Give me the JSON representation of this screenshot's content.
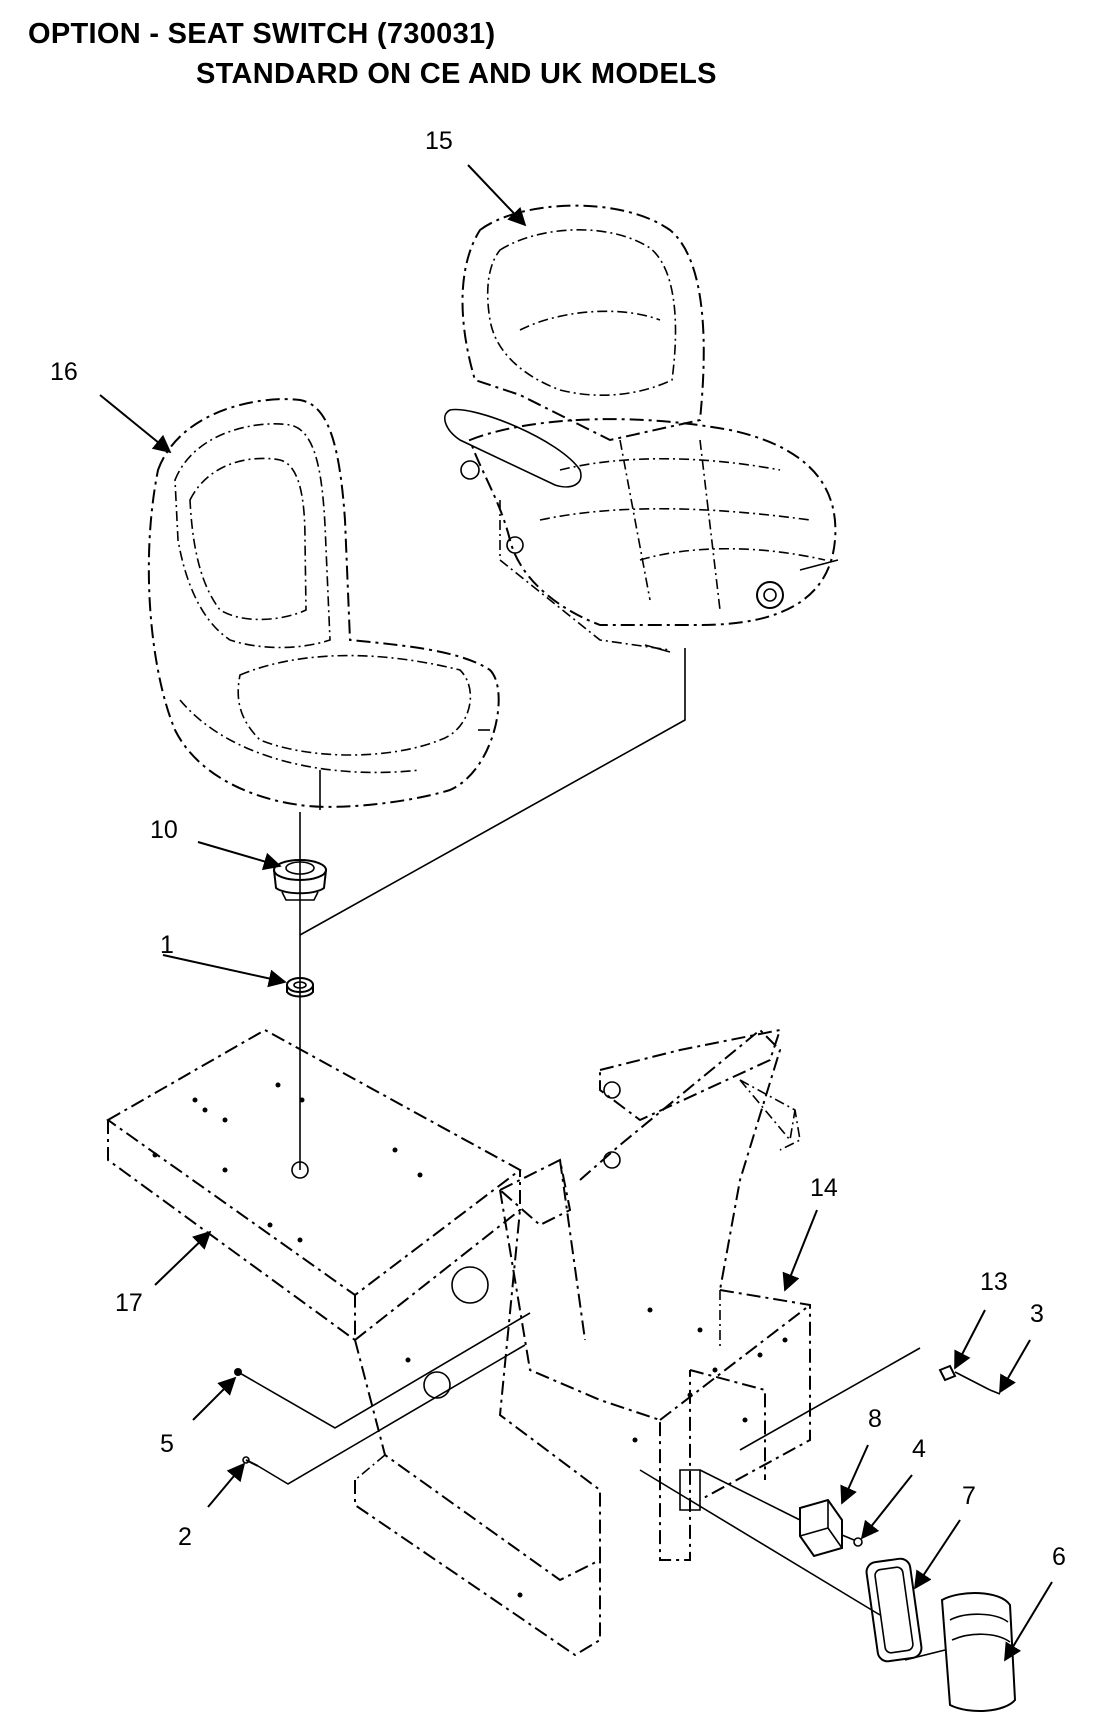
{
  "title": {
    "line1": "OPTION - SEAT SWITCH (730031)",
    "line2": "STANDARD ON CE AND UK MODELS"
  },
  "callouts": [
    {
      "id": "c15",
      "label": "15"
    },
    {
      "id": "c16",
      "label": "16"
    },
    {
      "id": "c10",
      "label": "10"
    },
    {
      "id": "c1",
      "label": "1"
    },
    {
      "id": "c14",
      "label": "14"
    },
    {
      "id": "c17",
      "label": "17"
    },
    {
      "id": "c13",
      "label": "13"
    },
    {
      "id": "c3",
      "label": "3"
    },
    {
      "id": "c8",
      "label": "8"
    },
    {
      "id": "c4",
      "label": "4"
    },
    {
      "id": "c5",
      "label": "5"
    },
    {
      "id": "c7",
      "label": "7"
    },
    {
      "id": "c6",
      "label": "6"
    },
    {
      "id": "c2",
      "label": "2"
    }
  ]
}
